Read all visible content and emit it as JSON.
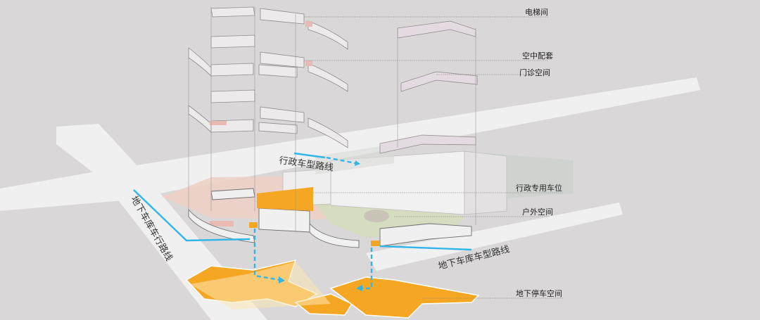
{
  "labels": {
    "elevator": "电梯间",
    "sky_facility": "空中配套",
    "clinic": "门诊空间",
    "admin_parking": "行政专用车位",
    "outdoor": "户外空间",
    "underground_parking": "地下停车空间"
  },
  "routes": {
    "admin_route": "行政车型路线",
    "garage_route_left": "地下车库车行路线",
    "garage_route_right": "地下车库车型路线"
  },
  "colors": {
    "background": "#d9d7d8",
    "road": "#f1f0f1",
    "parking": "#f5a623",
    "route": "#31b6e7",
    "building": "#e7e6e6",
    "shadow": "#c9c6c7"
  }
}
